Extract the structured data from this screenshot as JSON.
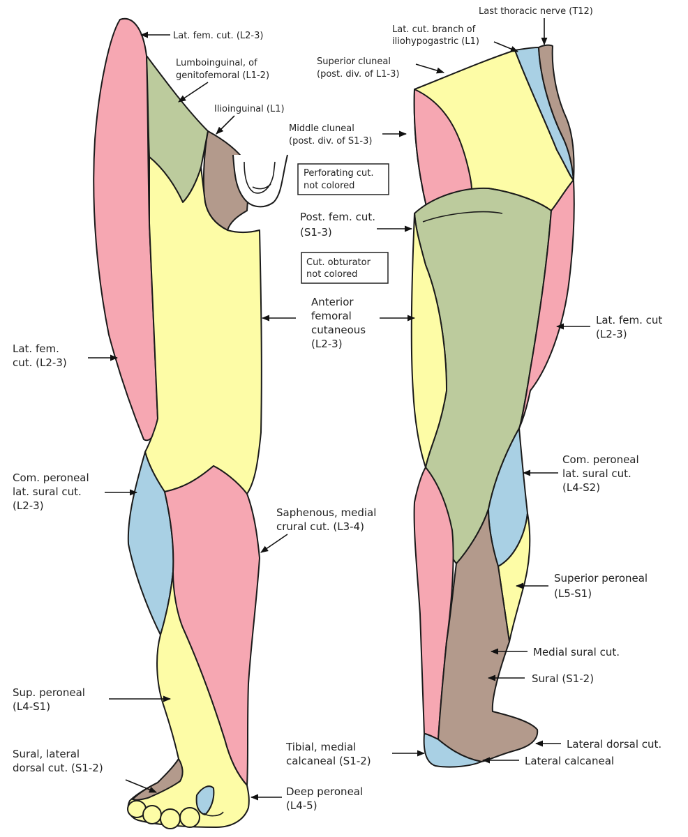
{
  "colors": {
    "pink": "#f6a7b2",
    "yellow": "#fdfca6",
    "green": "#bccb9d",
    "blue": "#a9d0e4",
    "brown": "#b39a8c",
    "line": "#1a1a1a"
  },
  "anterior_labels": {
    "lat_fem_top": "Lat. fem. cut. (L2-3)",
    "lumboinguinal_1": "Lumboinguinal, of",
    "lumboinguinal_2": "genitofemoral (L1-2)",
    "ilioinguinal": "Ilioinguinal (L1)",
    "perforating_1": "Perforating cut.",
    "perforating_2": "not colored",
    "cut_obturator_1": "Cut. obturator",
    "cut_obturator_2": "not colored",
    "anterior_femoral_1": "Anterior",
    "anterior_femoral_2": "femoral",
    "anterior_femoral_3": "cutaneous",
    "anterior_femoral_4": "(L2-3)",
    "lat_fem_side_1": "Lat. fem.",
    "lat_fem_side_2": "cut. (L2-3)",
    "com_peroneal_1": "Com. peroneal",
    "com_peroneal_2": "lat. sural cut.",
    "com_peroneal_3": "(L2-3)",
    "saphenous_1": "Saphenous, medial",
    "saphenous_2": "crural cut. (L3-4)",
    "sup_peroneal_1": "Sup. peroneal",
    "sup_peroneal_2": "(L4-S1)",
    "sural_lat_1": "Sural, lateral",
    "sural_lat_2": "dorsal cut. (S1-2)",
    "deep_peroneal_1": "Deep peroneal",
    "deep_peroneal_2": "(L4-5)"
  },
  "posterior_labels": {
    "last_thoracic": "Last thoracic nerve (T12)",
    "lat_cut_branch_1": "Lat. cut. branch of",
    "lat_cut_branch_2": "iliohypogastric (L1)",
    "superior_cluneal_1": "Superior cluneal",
    "superior_cluneal_2": "(post. div. of L1-3)",
    "middle_cluneal_1": "Middle cluneal",
    "middle_cluneal_2": "(post. div. of S1-3)",
    "post_fem_1": "Post. fem. cut.",
    "post_fem_2": "(S1-3)",
    "lat_fem_1": "Lat. fem. cut",
    "lat_fem_2": "(L2-3)",
    "com_peroneal_1": "Com. peroneal",
    "com_peroneal_2": "lat. sural cut.",
    "com_peroneal_3": "(L4-S2)",
    "superior_peroneal_1": "Superior peroneal",
    "superior_peroneal_2": "(L5-S1)",
    "medial_sural": "Medial sural cut.",
    "sural": "Sural (S1-2)",
    "tibial_1": "Tibial, medial",
    "tibial_2": "calcaneal (S1-2)",
    "lateral_dorsal": "Lateral dorsal cut.",
    "lateral_calcaneal": "Lateral calcaneal"
  }
}
